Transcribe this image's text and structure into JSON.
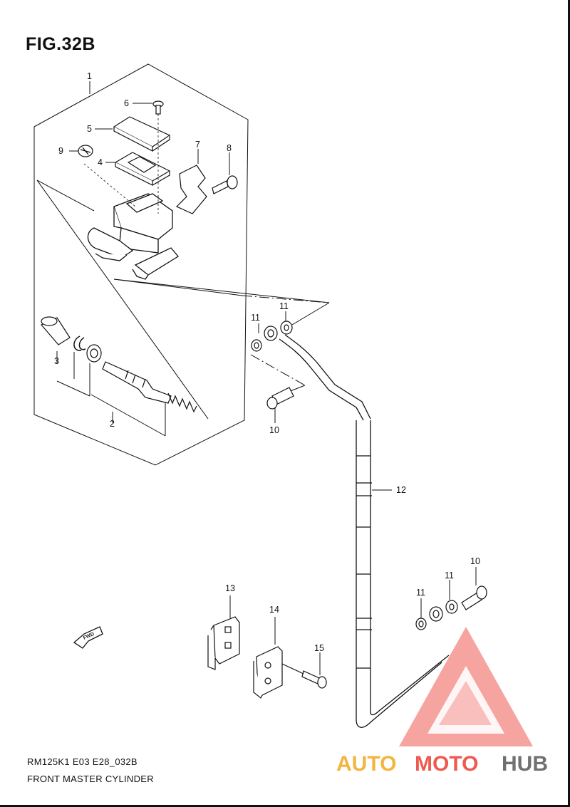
{
  "figure": {
    "title": "FIG.32B",
    "code": "RM125K1 E03 E28_032B",
    "caption": "FRONT MASTER CYLINDER"
  },
  "callouts": {
    "c1": "1",
    "c2": "2",
    "c3": "3",
    "c4": "4",
    "c5": "5",
    "c6": "6",
    "c7": "7",
    "c8": "8",
    "c9": "9",
    "c10a": "10",
    "c10b": "10",
    "c11a": "11",
    "c11b": "11",
    "c11c": "11",
    "c11d": "11",
    "c12": "12",
    "c13": "13",
    "c14": "14",
    "c15": "15"
  },
  "fwd_arrow": {
    "label": "FWD"
  },
  "watermark": {
    "part1": "AUTO",
    "part2": "MOTO",
    "part3": "HUB",
    "color_orange": "#f2b640",
    "color_red": "#ee5a50",
    "color_gray": "#707070"
  }
}
